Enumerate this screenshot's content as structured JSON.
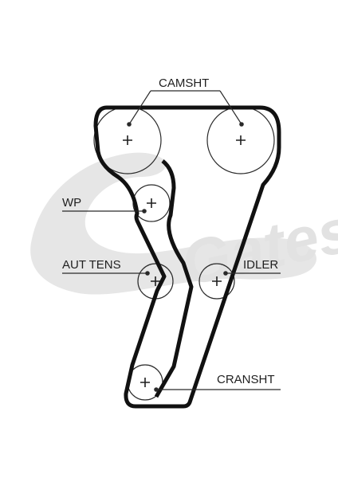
{
  "diagram": {
    "watermark": "Gates",
    "labels": {
      "camsht": "CAMSHT",
      "wp": "WP",
      "aut_tens": "AUT TENS",
      "idler": "IDLER",
      "cransht": "CRANSHT"
    },
    "colors": {
      "belt": "#111111",
      "line": "#2a2a2a",
      "watermark": "#e6e6e6"
    }
  }
}
